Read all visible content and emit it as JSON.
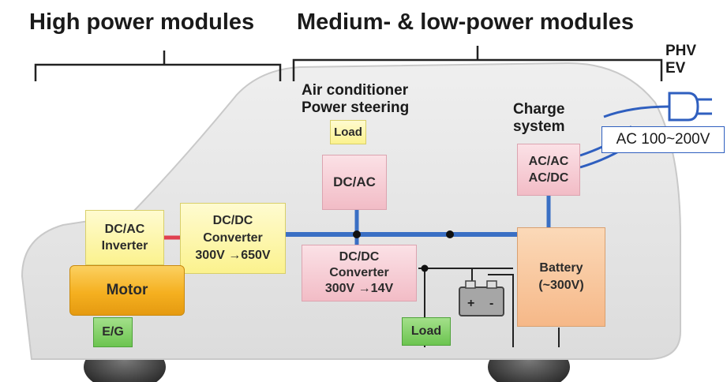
{
  "headings": {
    "high_power": "High power modules",
    "medium_low_power": "Medium- & low-power modules"
  },
  "labels": {
    "phv_ev": [
      "PHV",
      "EV"
    ],
    "air_conditioner": "Air conditioner",
    "power_steering": "Power steering",
    "charge_system": [
      "Charge",
      "system"
    ],
    "ac_supply": "AC 100~200V"
  },
  "boxes": {
    "load_top": [
      "Load"
    ],
    "dc_ac_top": [
      "DC/AC"
    ],
    "ac_ac_dc": [
      "AC/AC",
      "AC/DC"
    ],
    "dc_ac_inverter": [
      "DC/AC",
      "Inverter"
    ],
    "dc_dc_high": [
      "DC/DC",
      "Converter",
      "300V →650V"
    ],
    "dc_dc_low": [
      "DC/DC",
      "Converter",
      "300V →14V"
    ],
    "battery": [
      "Battery",
      "(~300V)"
    ],
    "motor": [
      "Motor"
    ],
    "eg": [
      "E/G"
    ],
    "load_bottom": [
      "Load"
    ]
  },
  "colors": {
    "module_yellow": "#fbf28e",
    "module_pink": "#f2bcc6",
    "battery_orange": "#f6b888",
    "motor_orange": "#f5b020",
    "eg_green": "#6cc450",
    "bus_blue": "#3a6fc4",
    "inverter_link_red": "#e0404f",
    "car_body": "#e6e6e6"
  }
}
